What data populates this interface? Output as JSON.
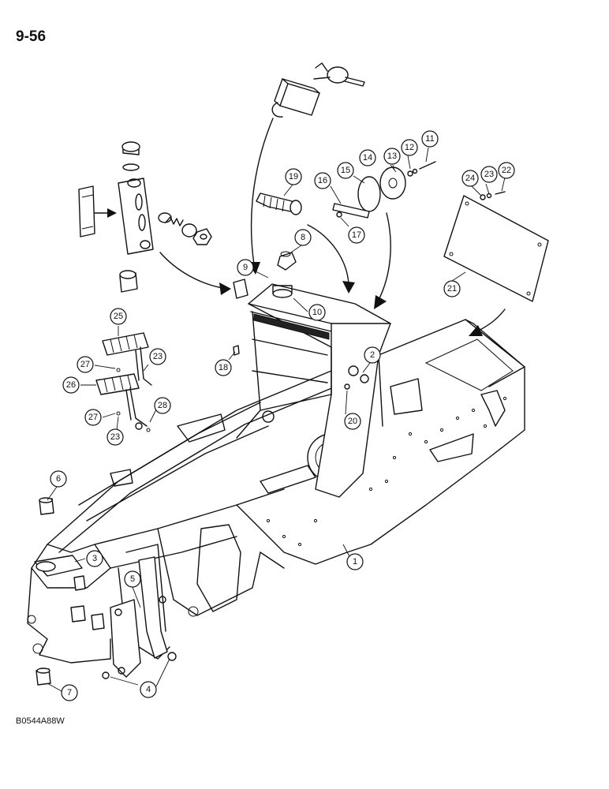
{
  "page_number": "9-56",
  "figure_code": "B0544A88W",
  "callouts": [
    {
      "id": "c1",
      "label": "1"
    },
    {
      "id": "c2",
      "label": "2"
    },
    {
      "id": "c3",
      "label": "3"
    },
    {
      "id": "c4",
      "label": "4"
    },
    {
      "id": "c5",
      "label": "5"
    },
    {
      "id": "c6",
      "label": "6"
    },
    {
      "id": "c7",
      "label": "7"
    },
    {
      "id": "c8",
      "label": "8"
    },
    {
      "id": "c9",
      "label": "9"
    },
    {
      "id": "c10",
      "label": "10"
    },
    {
      "id": "c11",
      "label": "11"
    },
    {
      "id": "c12",
      "label": "12"
    },
    {
      "id": "c13",
      "label": "13"
    },
    {
      "id": "c14",
      "label": "14"
    },
    {
      "id": "c15",
      "label": "15"
    },
    {
      "id": "c16",
      "label": "16"
    },
    {
      "id": "c17",
      "label": "17"
    },
    {
      "id": "c18",
      "label": "18"
    },
    {
      "id": "c19",
      "label": "19"
    },
    {
      "id": "c20",
      "label": "20"
    },
    {
      "id": "c21",
      "label": "21"
    },
    {
      "id": "c22",
      "label": "22"
    },
    {
      "id": "c23a",
      "label": "23"
    },
    {
      "id": "c23b",
      "label": "23"
    },
    {
      "id": "c23c",
      "label": "23"
    },
    {
      "id": "c24",
      "label": "24"
    },
    {
      "id": "c25",
      "label": "25"
    },
    {
      "id": "c26",
      "label": "26"
    },
    {
      "id": "c27a",
      "label": "27"
    },
    {
      "id": "c27b",
      "label": "27"
    },
    {
      "id": "c28",
      "label": "28"
    }
  ]
}
